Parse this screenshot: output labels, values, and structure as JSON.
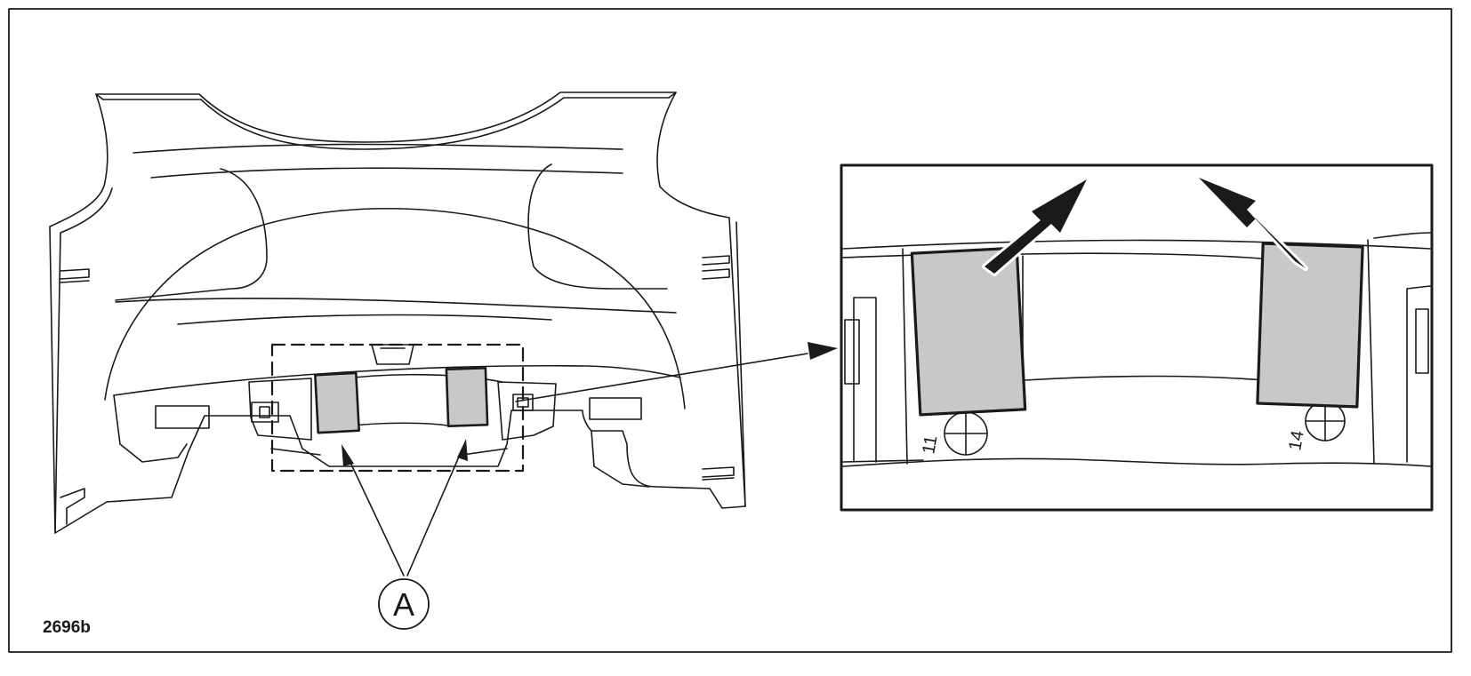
{
  "figure": {
    "reference": "2696b",
    "callout_label": "A",
    "detail_labels": [
      "11",
      "14"
    ],
    "colors": {
      "line": "#1a1a1a",
      "highlight_fill": "#c8c8c8",
      "background": "#ffffff"
    }
  }
}
